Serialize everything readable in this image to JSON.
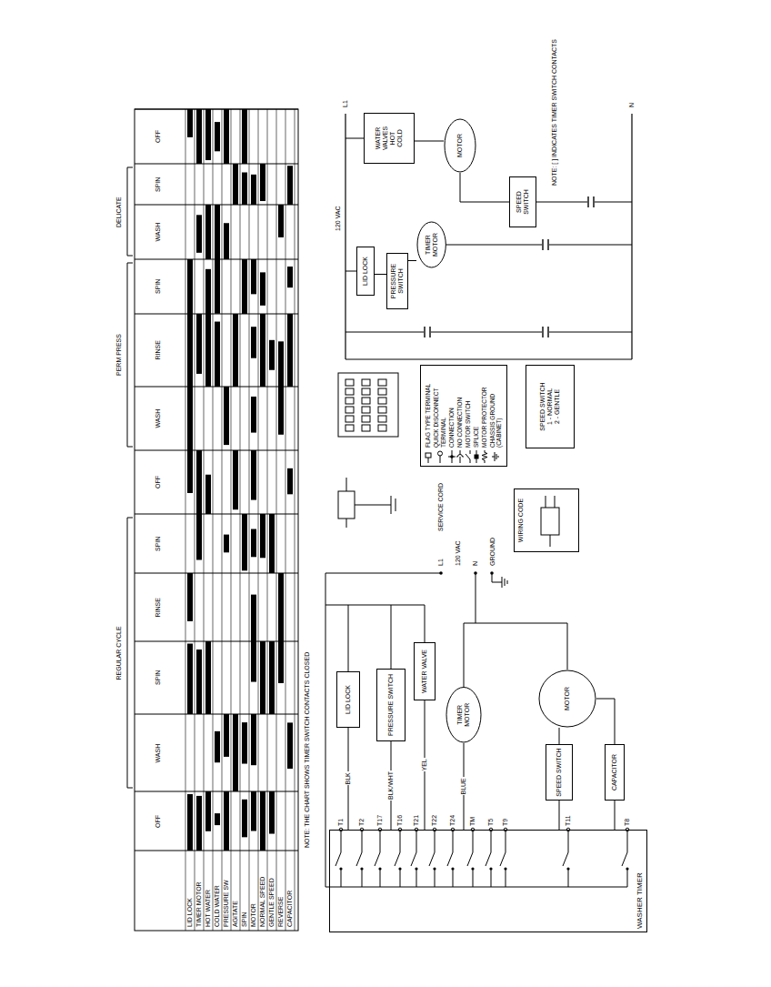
{
  "diagram": {
    "nodes": [
      {
        "text": [
          "WASHER TIMER"
        ]
      },
      {
        "text": [
          "LID LOCK"
        ]
      },
      {
        "text": [
          "PRESSURE SWITCH"
        ]
      },
      {
        "text": [
          "WATER VALVE"
        ]
      },
      {
        "text": [
          "TIMER MOTOR"
        ]
      },
      {
        "text": [
          "MOTOR"
        ]
      },
      {
        "text": [
          "SPEED SWITCH"
        ]
      },
      {
        "text": [
          "CAPACITOR"
        ]
      },
      {
        "text": [
          "WIRING CODE"
        ]
      },
      {
        "text": [
          "SPEED SWITCH",
          "1 - NORMAL",
          "2 - GENTLE"
        ]
      },
      {
        "text": [
          "LID LOCK"
        ]
      },
      {
        "text": [
          "PRESSURE SWITCH"
        ]
      },
      {
        "text": [
          "TIMER MOTOR"
        ]
      },
      {
        "text": [
          "WATER VALVES",
          "HOT",
          "COLD"
        ]
      },
      {
        "text": [
          "MOTOR"
        ]
      },
      {
        "text": [
          "SPEED SWITCH"
        ]
      }
    ],
    "edges": [
      {
        "from": 0,
        "to": 1,
        "arrow": "none",
        "label": "BLK"
      },
      {
        "from": 0,
        "to": 2,
        "arrow": "none",
        "label": "BLK/WHT"
      },
      {
        "from": 0,
        "to": 3,
        "arrow": "none",
        "label": "YEL"
      },
      {
        "from": 0,
        "to": 4,
        "arrow": "none",
        "label": "BLUE"
      },
      {
        "from": 0,
        "to": 6,
        "arrow": "none"
      },
      {
        "from": 0,
        "to": 7,
        "arrow": "none"
      },
      {
        "from": 6,
        "to": 5,
        "arrow": "none"
      },
      {
        "from": 7,
        "to": 5,
        "arrow": "none"
      },
      {
        "from": 10,
        "to": 11,
        "arrow": "none"
      },
      {
        "from": 11,
        "to": 12,
        "arrow": "none"
      },
      {
        "from": 13,
        "to": 14,
        "arrow": "none"
      },
      {
        "from": 14,
        "to": 15,
        "arrow": "none"
      }
    ],
    "labels": [
      "OFF",
      "REGULAR CYCLE",
      "WASH",
      "SPIN",
      "RINSE",
      "SPIN",
      "OFF",
      "PERM PRESS",
      "WASH",
      "RINSE",
      "SPIN",
      "DELICATE",
      "WASH",
      "SPIN",
      "OFF",
      "LID LOCK",
      "TIMER MOTOR",
      "HOT WATER",
      "COLD WATER",
      "PRESSURE SW",
      "AGITATE",
      "SPIN",
      "MOTOR",
      "NORMAL SPEED",
      "GENTLE SPEED",
      "REVERSE",
      "CAPACITOR",
      "NOTE: THE CHART SHOWS TIMER SWITCH CONTACTS CLOSED",
      "T1",
      "T2",
      "T17",
      "T16",
      "T21",
      "T22",
      "T24",
      "TM",
      "T5",
      "T9",
      "T11",
      "T8",
      "L1",
      "120 VAC",
      "N",
      "GROUND",
      "SERVICE CORD",
      "L1",
      "120 VAC",
      "N",
      "NOTE: [ ] INDICATES TIMER SWITCH CONTACTS"
    ],
    "legend": [
      {
        "text": "FLAG TYPE TERMINAL"
      },
      {
        "text": "QUICK DISCONNECT TERMINAL"
      },
      {
        "text": "CONNECTION"
      },
      {
        "text": "NO CONNECTION"
      },
      {
        "text": "MOTOR SWITCH"
      },
      {
        "text": "SPLICE"
      },
      {
        "text": "MOTOR PROTECTOR"
      },
      {
        "text": "CHASSIS GROUND (CABINET)"
      }
    ]
  }
}
